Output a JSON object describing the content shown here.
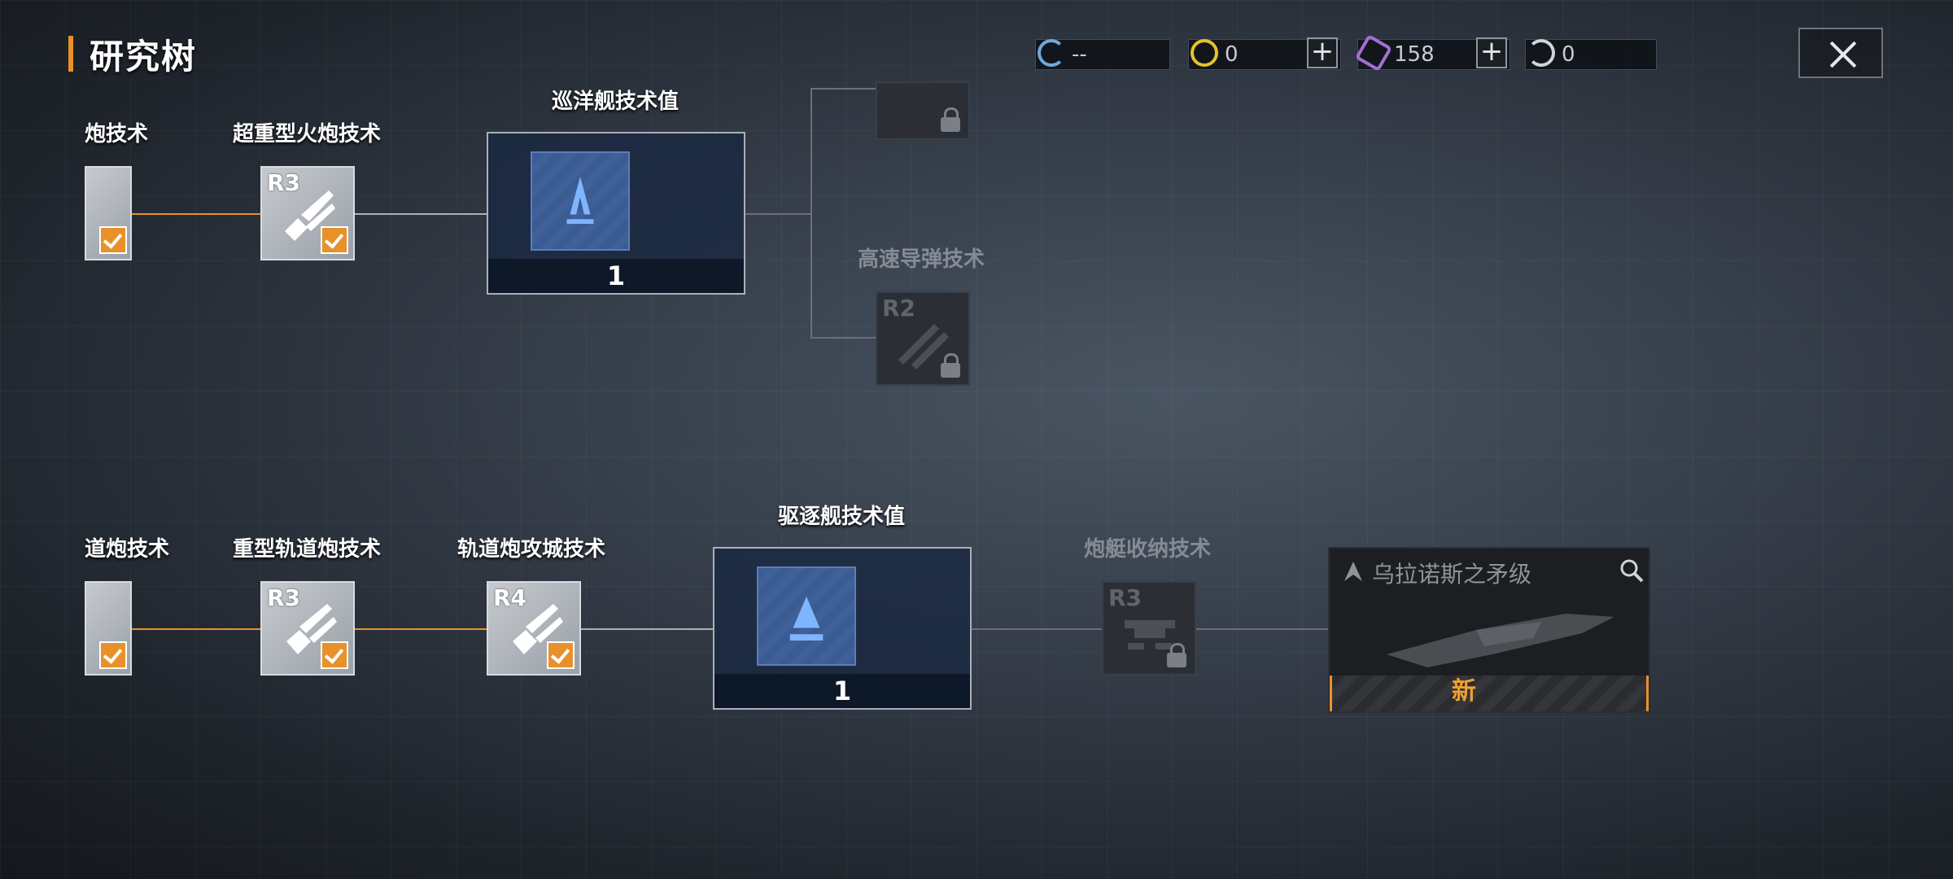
{
  "header": {
    "title": "研究树"
  },
  "currencies": [
    {
      "icon": "refresh-icon",
      "value": "--",
      "color": "#6fa8dc"
    },
    {
      "icon": "v-coin-icon",
      "value": "0",
      "color": "#e8c12a"
    },
    {
      "icon": "p-coin-icon",
      "value": "158",
      "color": "#a070d0"
    },
    {
      "icon": "g-coin-icon",
      "value": "0",
      "color": "#d0d4da"
    }
  ],
  "row1": {
    "partial_label": "炮技术",
    "node_a": {
      "label": "超重型火炮技术",
      "rank": "R3"
    },
    "points": {
      "label": "巡洋舰技术值",
      "value": "1"
    },
    "branch_a": {
      "label": "高速导弹技术",
      "rank": "R2"
    }
  },
  "row2": {
    "partial_label": "道炮技术",
    "node_a": {
      "label": "重型轨道炮技术",
      "rank": "R3"
    },
    "node_b": {
      "label": "轨道炮攻城技术",
      "rank": "R4"
    },
    "points": {
      "label": "驱逐舰技术值",
      "value": "1"
    },
    "node_c": {
      "label": "炮艇收纳技术",
      "rank": "R3"
    },
    "ship": {
      "name": "乌拉诺斯之矛级",
      "badge": "新"
    }
  },
  "colors": {
    "accent": "#e8912a",
    "point_blue": "#3f6098"
  }
}
